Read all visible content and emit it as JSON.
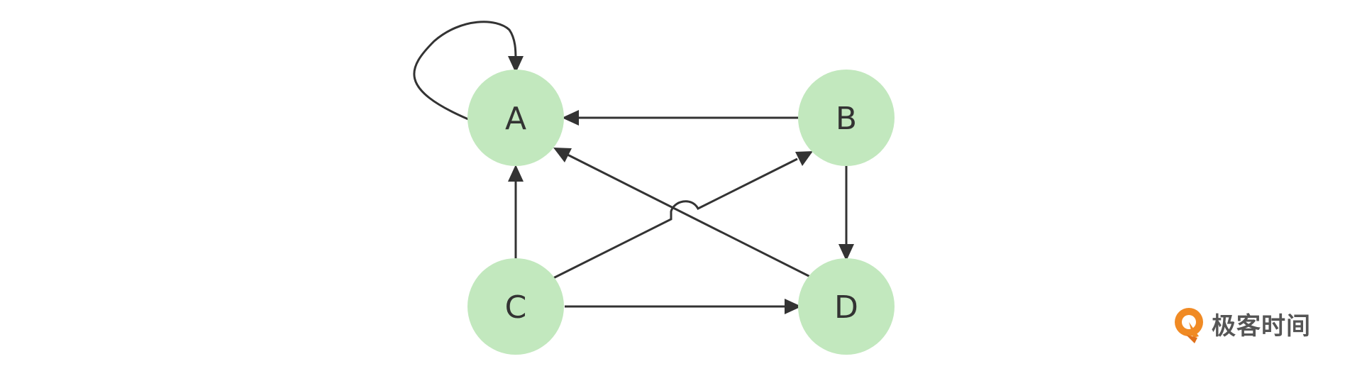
{
  "diagram": {
    "type": "directed-graph",
    "node_color": "#c2e8be",
    "edge_color": "#333333",
    "nodes": [
      {
        "id": "A",
        "label": "A"
      },
      {
        "id": "B",
        "label": "B"
      },
      {
        "id": "C",
        "label": "C"
      },
      {
        "id": "D",
        "label": "D"
      }
    ],
    "edges": [
      {
        "from": "A",
        "to": "A"
      },
      {
        "from": "B",
        "to": "A"
      },
      {
        "from": "B",
        "to": "D"
      },
      {
        "from": "C",
        "to": "A"
      },
      {
        "from": "C",
        "to": "B"
      },
      {
        "from": "C",
        "to": "D"
      },
      {
        "from": "D",
        "to": "A"
      }
    ]
  },
  "watermark": {
    "brand_text": "极客时间",
    "icon": "geektime-logo-icon",
    "accent_color": "#f08a24"
  }
}
